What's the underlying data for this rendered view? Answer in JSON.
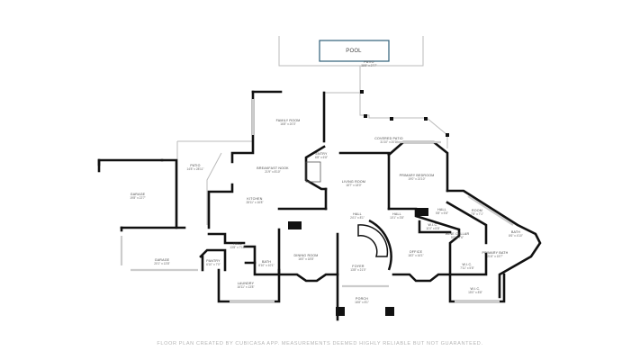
{
  "footer": "FLOOR PLAN CREATED BY CUBICASA APP. MEASUREMENTS DEEMED HIGHLY RELIABLE BUT NOT GUARANTEED.",
  "pool_color": "#2f5f78",
  "rooms": [
    {
      "name": "POOL",
      "dim": ""
    },
    {
      "name": "PATIO",
      "dim": "38'8\" x 27'7\""
    },
    {
      "name": "FAMILY ROOM",
      "dim": "16'8\" x 20'3\""
    },
    {
      "name": "PATIO",
      "dim": "14'8\" x 28'11\""
    },
    {
      "name": "GARAGE",
      "dim": "19'8\" x 22'7\""
    },
    {
      "name": "BREAKFAST NOOK",
      "dim": "21'9\" x 8'10\""
    },
    {
      "name": "KITCHEN",
      "dim": "28'11\" x 16'8\""
    },
    {
      "name": "ENTRY",
      "dim": "6'8\" x 6'8\""
    },
    {
      "name": "COVERED PATIO",
      "dim": "31'10\" x 20'1\""
    },
    {
      "name": "LIVING ROOM",
      "dim": "18'7\" x 18'0\""
    },
    {
      "name": "PRIMARY BEDROOM",
      "dim": "19'0\" x 21'10\""
    },
    {
      "name": "HALL",
      "dim": "24'1\" x 8'1\""
    },
    {
      "name": "HALL",
      "dim": "10'1\" x 3'8\""
    },
    {
      "name": "HALL",
      "dim": "5'8\" x 5'8\""
    },
    {
      "name": "ROOM",
      "dim": "7'8\" x 7'1\""
    },
    {
      "name": "W.I.C.",
      "dim": "11'0\" x 5'8\""
    },
    {
      "name": "WINE CELLAR",
      "dim": "5'0\" x 7'6\""
    },
    {
      "name": "BATH",
      "dim": "8'6\" x 4'10\""
    },
    {
      "name": "PRIMARY BATH",
      "dim": "21'6\" x 15'7\""
    },
    {
      "name": "OFFICE",
      "dim": "18'2\" x 16'1\""
    },
    {
      "name": "W.I.C.",
      "dim": "7'11\" x 5'8\""
    },
    {
      "name": "W.I.C.",
      "dim": "15'0\" x 8'8\""
    },
    {
      "name": "HALL",
      "dim": "13'8\" x 7'10\""
    },
    {
      "name": "GARAGE",
      "dim": "20'1\" x 13'8\""
    },
    {
      "name": "PANTRY",
      "dim": "6'10\" x 7'0\""
    },
    {
      "name": "BATH",
      "dim": "8'10\" x 10'1\""
    },
    {
      "name": "DINING ROOM",
      "dim": "16'0\" x 18'8\""
    },
    {
      "name": "FOYER",
      "dim": "13'8\" x 21'0\""
    },
    {
      "name": "LAUNDRY",
      "dim": "16'11\" x 13'8\""
    },
    {
      "name": "PORCH",
      "dim": "16'8\" x 8'1\""
    }
  ]
}
